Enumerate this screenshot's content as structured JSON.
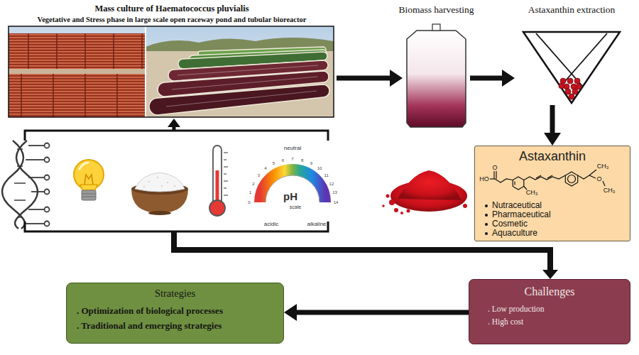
{
  "diagram": {
    "nodes": [
      {
        "text": [
          "Mass culture of Haematococcus pluvialis",
          "Vegetative and Stress phase in large scale open raceway pond and tubular bioreactor"
        ]
      },
      {
        "text": [
          "Biomass harvesting"
        ]
      },
      {
        "text": [
          "Astaxanthin extraction"
        ]
      },
      {
        "text": [
          "Astaxanthin",
          "Nutraceutical",
          "Pharmaceutical",
          "Cosmetic",
          "Aquaculture"
        ]
      },
      {
        "text": [
          "Strategies",
          ". Optimization of biological processes",
          ". Traditional and emerging strategies"
        ]
      },
      {
        "text": [
          "Challenges",
          ". Low production",
          ". High cost"
        ]
      }
    ],
    "edges": [
      {
        "from": 0,
        "to": 1,
        "arrow": "to"
      },
      {
        "from": 1,
        "to": 2,
        "arrow": "to"
      },
      {
        "from": 2,
        "to": 3,
        "arrow": "to"
      },
      {
        "from": 5,
        "to": 4,
        "arrow": "to"
      }
    ],
    "labels": [
      "neutral",
      "0",
      "1",
      "2",
      "3",
      "4",
      "5",
      "6",
      "7",
      "8",
      "9",
      "10",
      "11",
      "12",
      "13",
      "14",
      "acidic",
      "alkaline",
      "pH",
      "scale",
      "O",
      "HO",
      "CH₃",
      "CH₃",
      "O",
      "CH₃"
    ]
  }
}
